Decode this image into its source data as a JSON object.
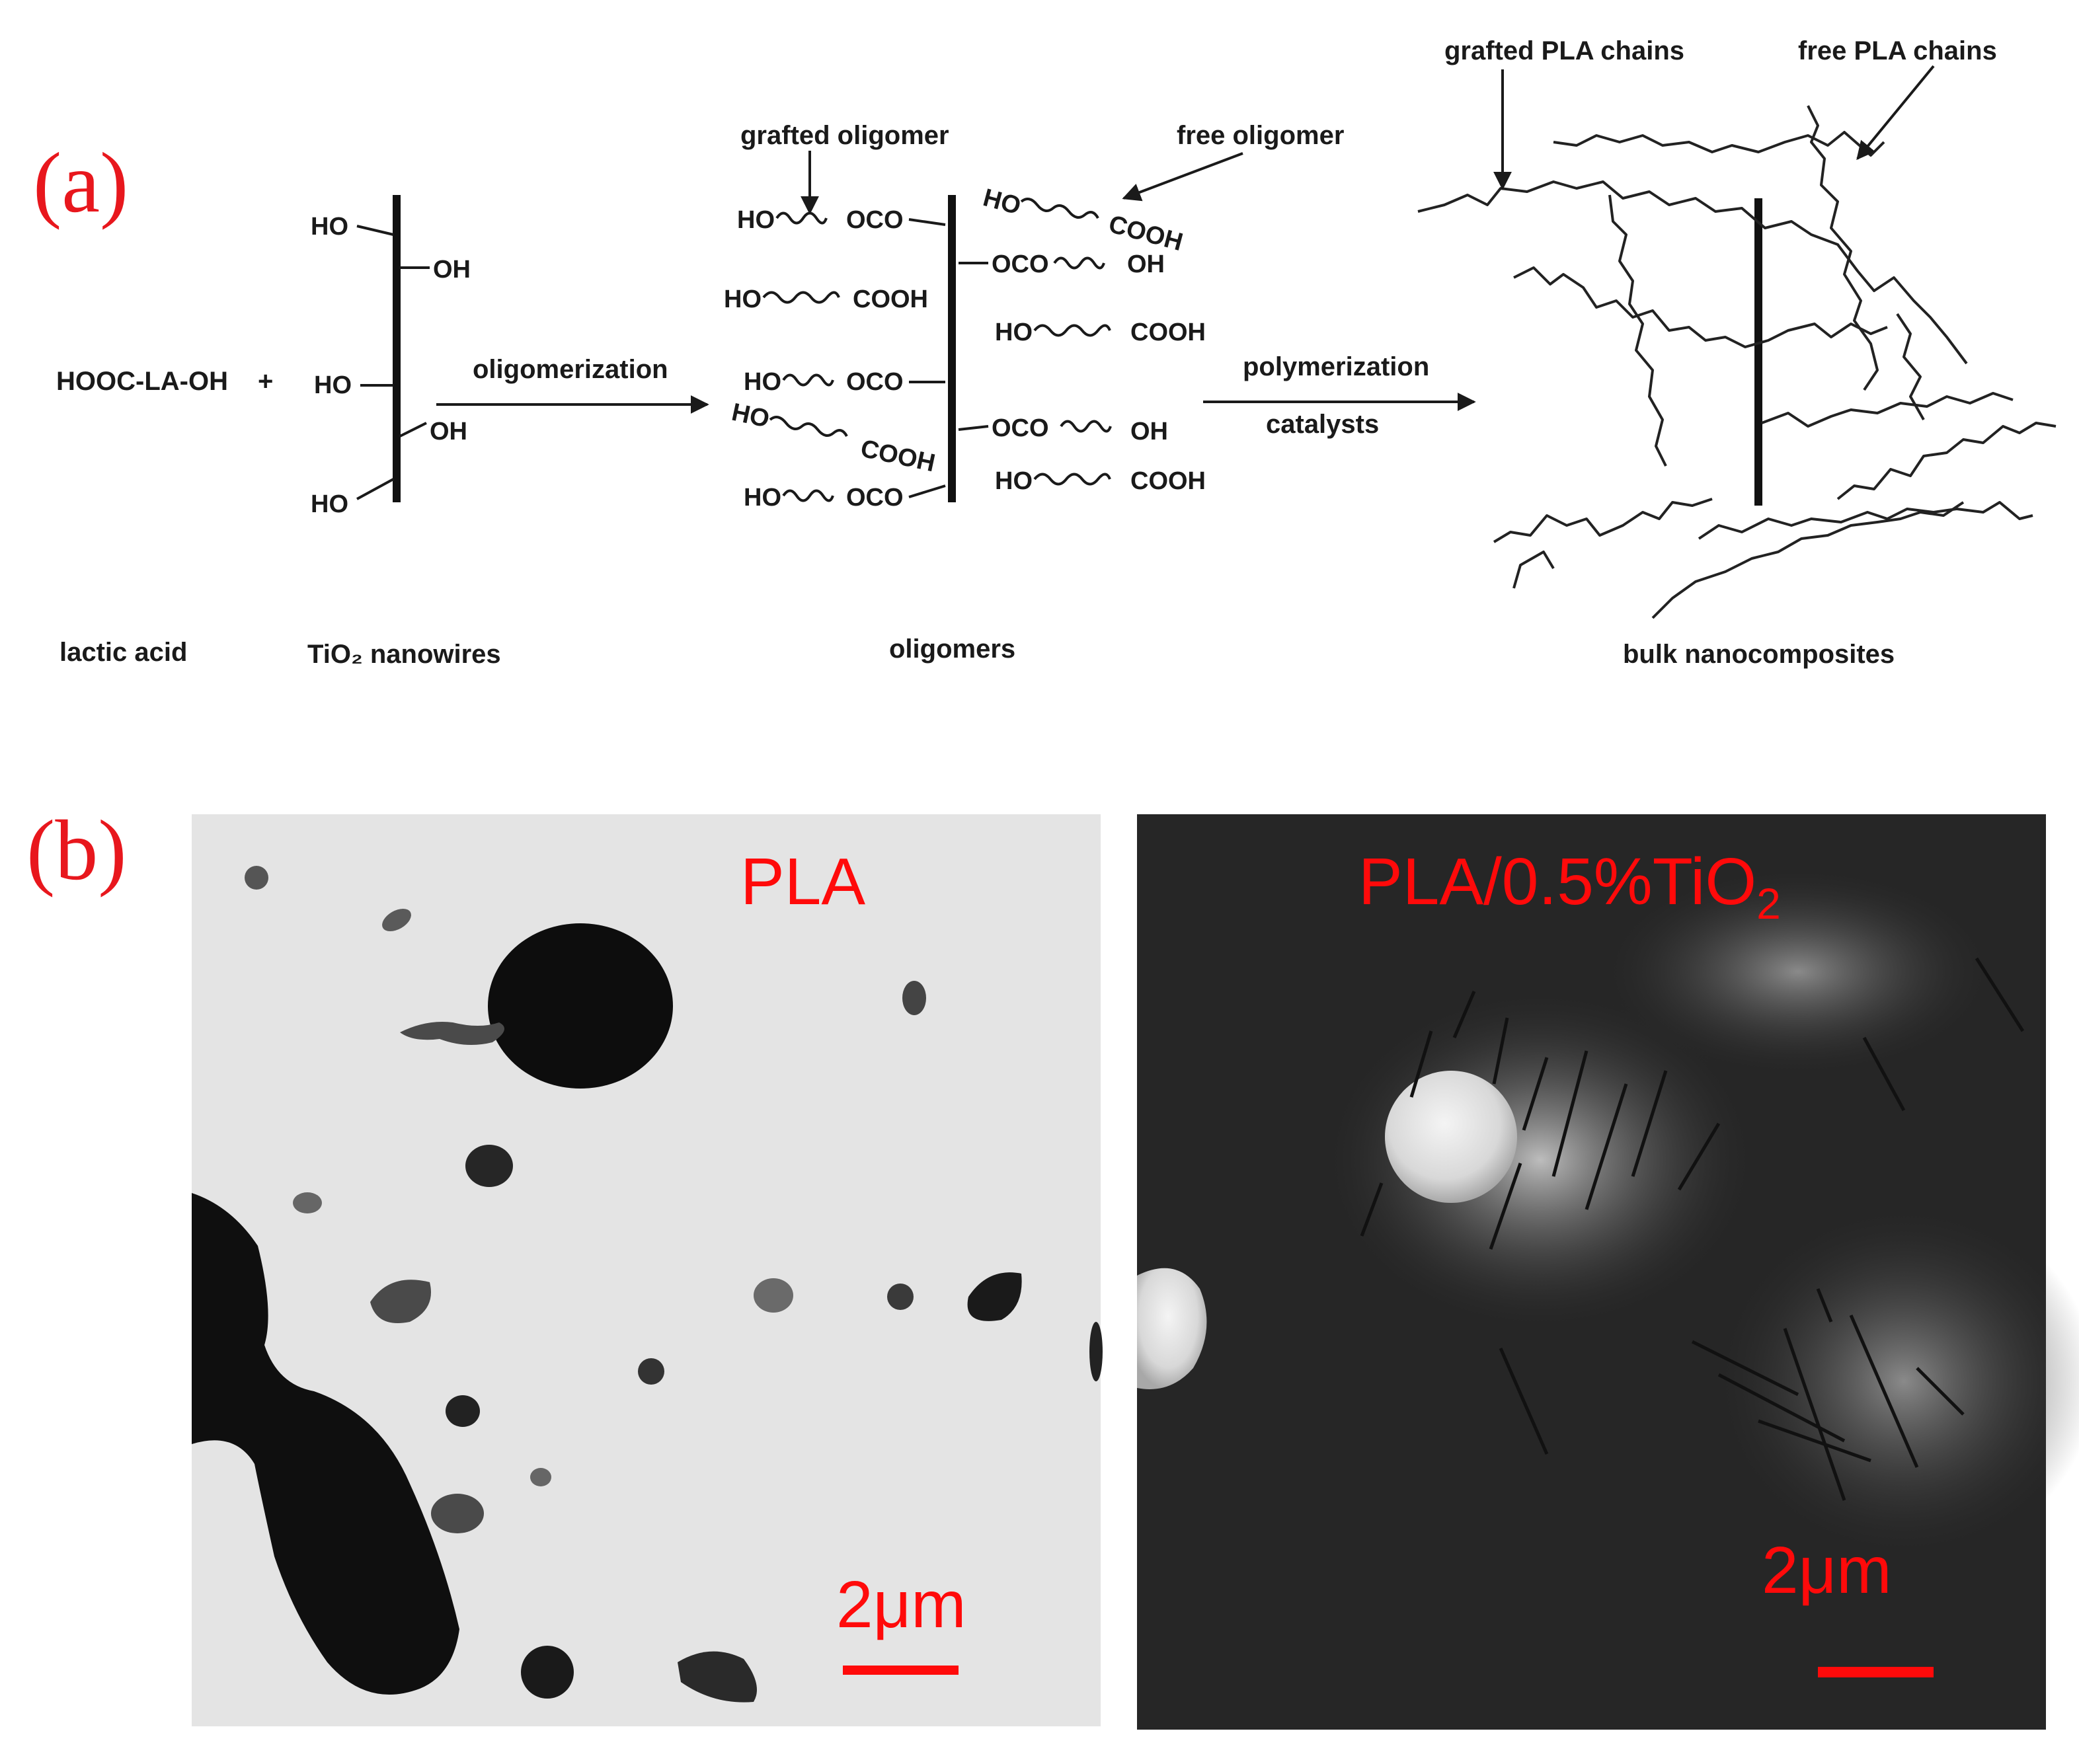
{
  "panel_a": {
    "label": "(a)",
    "reactant_formula": "HOOC-LA-OH",
    "plus": "+",
    "step1_label": "oligomerization",
    "step2_label": "polymerization",
    "step2_sublabel": "catalysts",
    "captions": {
      "lactic_acid": "lactic acid",
      "nanowires": "TiO₂ nanowires",
      "oligomers": "oligomers",
      "bulk": "bulk nanocomposites"
    },
    "annotations": {
      "grafted_oligomer": "grafted oligomer",
      "free_oligomer": "free oligomer",
      "grafted_chains": "grafted PLA chains",
      "free_chains": "free PLA chains"
    },
    "groups": {
      "ho": "HO",
      "oh": "OH",
      "oco": "OCO",
      "cooh": "COOH"
    }
  },
  "panel_b": {
    "label": "(b)",
    "left_title": "PLA",
    "right_title": "PLA/0.5%TiO",
    "right_title_sub": "2",
    "scale_left": "2μm",
    "scale_right": "2μm"
  },
  "colors": {
    "panel_label": "#e8171d",
    "micrograph_text": "#ff0a0a",
    "scale_bar": "#ff0a0a"
  }
}
